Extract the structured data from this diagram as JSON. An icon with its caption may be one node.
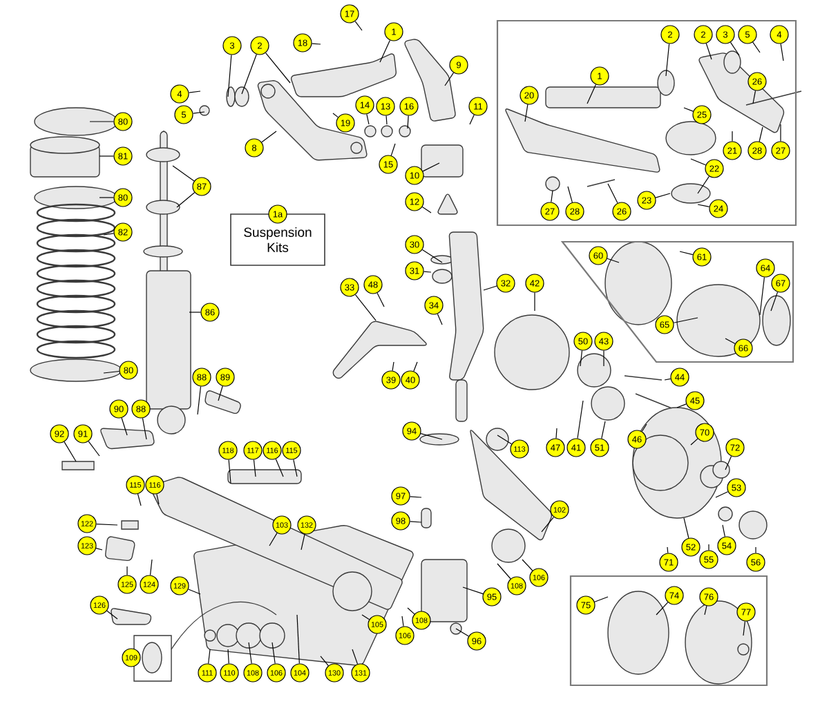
{
  "diagram": {
    "nodes": [
      {
        "text": [
          "17"
        ]
      },
      {
        "text": [
          "18"
        ]
      },
      {
        "text": [
          "1"
        ]
      },
      {
        "text": [
          "3"
        ]
      },
      {
        "text": [
          "2"
        ]
      },
      {
        "text": [
          "4"
        ]
      },
      {
        "text": [
          "5"
        ]
      },
      {
        "text": [],
        "shape": "box"
      },
      {
        "text": [
          "2"
        ],
        "in": 7
      },
      {
        "text": [
          "2"
        ],
        "in": 7
      },
      {
        "text": [
          "3"
        ],
        "in": 7
      },
      {
        "text": [
          "5"
        ],
        "in": 7
      },
      {
        "text": [
          "4"
        ],
        "in": 7
      },
      {
        "text": [
          "9"
        ]
      },
      {
        "text": [
          "1"
        ],
        "in": 7
      },
      {
        "text": [
          "26"
        ],
        "in": 7
      },
      {
        "text": [
          "20"
        ],
        "in": 7
      },
      {
        "text": [
          "14"
        ]
      },
      {
        "text": [
          "13"
        ]
      },
      {
        "text": [
          "16"
        ]
      },
      {
        "text": [
          "11"
        ]
      },
      {
        "text": [
          "25"
        ],
        "in": 7
      },
      {
        "text": [
          "19"
        ]
      },
      {
        "text": [
          "80"
        ]
      },
      {
        "text": [
          "8"
        ]
      },
      {
        "text": [
          "21"
        ],
        "in": 7
      },
      {
        "text": [
          "28"
        ],
        "in": 7
      },
      {
        "text": [
          "27"
        ],
        "in": 7
      },
      {
        "text": [
          "81"
        ]
      },
      {
        "text": [
          "15"
        ]
      },
      {
        "text": [
          "22"
        ],
        "in": 7
      },
      {
        "text": [
          "10"
        ]
      },
      {
        "text": [
          "87"
        ]
      },
      {
        "text": [
          "80"
        ]
      },
      {
        "text": [
          "23"
        ],
        "in": 7
      },
      {
        "text": [
          "12"
        ]
      },
      {
        "text": [
          "24"
        ],
        "in": 7
      },
      {
        "text": [
          "27"
        ],
        "in": 7
      },
      {
        "text": [
          "28"
        ],
        "in": 7
      },
      {
        "text": [
          "26"
        ],
        "in": 7
      },
      {
        "text": [
          "1a",
          "Suspension Kits"
        ]
      },
      {
        "text": [
          "82"
        ]
      },
      {
        "text": [
          "30"
        ]
      },
      {
        "text": [],
        "shape": "box"
      },
      {
        "text": [
          "60"
        ],
        "in": 43
      },
      {
        "text": [
          "61"
        ],
        "in": 43
      },
      {
        "text": [
          "64"
        ],
        "in": 43
      },
      {
        "text": [
          "31"
        ]
      },
      {
        "text": [
          "67"
        ],
        "in": 43
      },
      {
        "text": [
          "32"
        ]
      },
      {
        "text": [
          "42"
        ]
      },
      {
        "text": [
          "48"
        ]
      },
      {
        "text": [
          "33"
        ]
      },
      {
        "text": [
          "34"
        ]
      },
      {
        "text": [
          "86"
        ]
      },
      {
        "text": [
          "65"
        ],
        "in": 43
      },
      {
        "text": [
          "50"
        ]
      },
      {
        "text": [
          "43"
        ]
      },
      {
        "text": [
          "66"
        ],
        "in": 43
      },
      {
        "text": [
          "80"
        ]
      },
      {
        "text": [
          "44"
        ]
      },
      {
        "text": [
          "88"
        ]
      },
      {
        "text": [
          "89"
        ]
      },
      {
        "text": [
          "39"
        ]
      },
      {
        "text": [
          "40"
        ]
      },
      {
        "text": [
          "45"
        ]
      },
      {
        "text": [
          "90"
        ]
      },
      {
        "text": [
          "88"
        ]
      },
      {
        "text": [
          "94"
        ]
      },
      {
        "text": [
          "70"
        ]
      },
      {
        "text": [
          "92"
        ]
      },
      {
        "text": [
          "91"
        ]
      },
      {
        "text": [
          "46"
        ]
      },
      {
        "text": [
          "47"
        ]
      },
      {
        "text": [
          "41"
        ]
      },
      {
        "text": [
          "51"
        ]
      },
      {
        "text": [
          "72"
        ]
      },
      {
        "text": [
          "113"
        ]
      },
      {
        "text": [
          "118"
        ]
      },
      {
        "text": [
          "117"
        ]
      },
      {
        "text": [
          "116"
        ]
      },
      {
        "text": [
          "115"
        ]
      },
      {
        "text": [
          "115"
        ]
      },
      {
        "text": [
          "116"
        ]
      },
      {
        "text": [
          "53"
        ]
      },
      {
        "text": [
          "97"
        ]
      },
      {
        "text": [
          "102"
        ]
      },
      {
        "text": [
          "98"
        ]
      },
      {
        "text": [
          "122"
        ]
      },
      {
        "text": [
          "103"
        ]
      },
      {
        "text": [
          "132"
        ]
      },
      {
        "text": [
          "123"
        ]
      },
      {
        "text": [
          "52"
        ]
      },
      {
        "text": [
          "54"
        ]
      },
      {
        "text": [
          "55"
        ]
      },
      {
        "text": [
          "56"
        ]
      },
      {
        "text": [
          "71"
        ]
      },
      {
        "text": [],
        "shape": "box"
      },
      {
        "text": [
          "106"
        ]
      },
      {
        "text": [
          "129"
        ]
      },
      {
        "text": [
          "125"
        ]
      },
      {
        "text": [
          "124"
        ]
      },
      {
        "text": [
          "108"
        ]
      },
      {
        "text": [
          "74"
        ],
        "in": 97
      },
      {
        "text": [
          "76"
        ],
        "in": 97
      },
      {
        "text": [
          "95"
        ]
      },
      {
        "text": [
          "126"
        ]
      },
      {
        "text": [
          "75"
        ],
        "in": 97
      },
      {
        "text": [
          "77"
        ],
        "in": 97
      },
      {
        "text": [
          "108"
        ]
      },
      {
        "text": [
          "105"
        ]
      },
      {
        "text": [
          "106"
        ]
      },
      {
        "text": [
          "96"
        ]
      },
      {
        "text": [
          "109"
        ]
      },
      {
        "text": [
          "111"
        ]
      },
      {
        "text": [
          "110"
        ]
      },
      {
        "text": [
          "108"
        ]
      },
      {
        "text": [
          "106"
        ]
      },
      {
        "text": [
          "104"
        ]
      },
      {
        "text": [
          "130"
        ]
      },
      {
        "text": [
          "131"
        ]
      }
    ],
    "edges": [
      {
        "from": 0,
        "to": null,
        "arrow": "none"
      },
      {
        "from": 1,
        "to": null,
        "arrow": "none"
      },
      {
        "from": 2,
        "to": null,
        "arrow": "none"
      },
      {
        "from": 3,
        "to": null,
        "arrow": "none"
      },
      {
        "from": 4,
        "to": null,
        "arrow": "none"
      },
      {
        "from": 4,
        "to": null,
        "arrow": "none"
      },
      {
        "from": 5,
        "to": null,
        "arrow": "none"
      },
      {
        "from": 6,
        "to": null,
        "arrow": "none"
      },
      {
        "from": 8,
        "to": null,
        "arrow": "none"
      },
      {
        "from": 9,
        "to": null,
        "arrow": "none"
      },
      {
        "from": 10,
        "to": null,
        "arrow": "none"
      },
      {
        "from": 11,
        "to": null,
        "arrow": "none"
      },
      {
        "from": 12,
        "to": null,
        "arrow": "none"
      },
      {
        "from": 13,
        "to": null,
        "arrow": "none"
      },
      {
        "from": 14,
        "to": null,
        "arrow": "none"
      },
      {
        "from": 15,
        "to": null,
        "arrow": "none"
      },
      {
        "from": 16,
        "to": null,
        "arrow": "none"
      },
      {
        "from": 17,
        "to": null,
        "arrow": "none"
      },
      {
        "from": 18,
        "to": null,
        "arrow": "none"
      },
      {
        "from": 19,
        "to": null,
        "arrow": "none"
      },
      {
        "from": 20,
        "to": null,
        "arrow": "none"
      },
      {
        "from": 21,
        "to": null,
        "arrow": "none"
      },
      {
        "from": 22,
        "to": null,
        "arrow": "none"
      },
      {
        "from": 23,
        "to": null,
        "arrow": "none"
      },
      {
        "from": 24,
        "to": null,
        "arrow": "none"
      },
      {
        "from": 25,
        "to": null,
        "arrow": "none"
      },
      {
        "from": 26,
        "to": null,
        "arrow": "none"
      },
      {
        "from": 27,
        "to": null,
        "arrow": "none"
      },
      {
        "from": 28,
        "to": null,
        "arrow": "none"
      },
      {
        "from": 29,
        "to": null,
        "arrow": "none"
      },
      {
        "from": 30,
        "to": null,
        "arrow": "none"
      },
      {
        "from": 30,
        "to": null,
        "arrow": "none"
      },
      {
        "from": 31,
        "to": null,
        "arrow": "none"
      },
      {
        "from": 32,
        "to": null,
        "arrow": "none"
      },
      {
        "from": 32,
        "to": null,
        "arrow": "none"
      },
      {
        "from": 33,
        "to": null,
        "arrow": "none"
      },
      {
        "from": 34,
        "to": null,
        "arrow": "none"
      },
      {
        "from": 35,
        "to": null,
        "arrow": "none"
      },
      {
        "from": 36,
        "to": null,
        "arrow": "none"
      },
      {
        "from": 37,
        "to": null,
        "arrow": "none"
      },
      {
        "from": 38,
        "to": null,
        "arrow": "none"
      },
      {
        "from": 39,
        "to": null,
        "arrow": "none"
      },
      {
        "from": 41,
        "to": null,
        "arrow": "none"
      },
      {
        "from": 42,
        "to": null,
        "arrow": "none"
      },
      {
        "from": 44,
        "to": null,
        "arrow": "none"
      },
      {
        "from": 45,
        "to": null,
        "arrow": "none"
      },
      {
        "from": 46,
        "to": null,
        "arrow": "none"
      },
      {
        "from": 47,
        "to": null,
        "arrow": "none"
      },
      {
        "from": 48,
        "to": null,
        "arrow": "none"
      },
      {
        "from": 49,
        "to": null,
        "arrow": "none"
      },
      {
        "from": 50,
        "to": null,
        "arrow": "none"
      },
      {
        "from": 51,
        "to": null,
        "arrow": "none"
      },
      {
        "from": 52,
        "to": null,
        "arrow": "none"
      },
      {
        "from": 53,
        "to": null,
        "arrow": "none"
      },
      {
        "from": 54,
        "to": null,
        "arrow": "none"
      },
      {
        "from": 55,
        "to": null,
        "arrow": "none"
      },
      {
        "from": 56,
        "to": null,
        "arrow": "none"
      },
      {
        "from": 57,
        "to": null,
        "arrow": "none"
      },
      {
        "from": 58,
        "to": null,
        "arrow": "none"
      },
      {
        "from": 59,
        "to": null,
        "arrow": "none"
      },
      {
        "from": 60,
        "to": null,
        "arrow": "none"
      },
      {
        "from": 61,
        "to": null,
        "arrow": "none"
      },
      {
        "from": 62,
        "to": null,
        "arrow": "none"
      },
      {
        "from": 63,
        "to": null,
        "arrow": "none"
      },
      {
        "from": 64,
        "to": null,
        "arrow": "none"
      },
      {
        "from": 65,
        "to": null,
        "arrow": "none"
      },
      {
        "from": 66,
        "to": null,
        "arrow": "none"
      },
      {
        "from": 67,
        "to": null,
        "arrow": "none"
      },
      {
        "from": 68,
        "to": null,
        "arrow": "none"
      },
      {
        "from": 69,
        "to": null,
        "arrow": "none"
      },
      {
        "from": 70,
        "to": null,
        "arrow": "none"
      },
      {
        "from": 71,
        "to": null,
        "arrow": "none"
      },
      {
        "from": 72,
        "to": null,
        "arrow": "none"
      },
      {
        "from": 73,
        "to": null,
        "arrow": "none"
      },
      {
        "from": 74,
        "to": null,
        "arrow": "none"
      },
      {
        "from": 75,
        "to": null,
        "arrow": "none"
      },
      {
        "from": 76,
        "to": null,
        "arrow": "none"
      },
      {
        "from": 77,
        "to": null,
        "arrow": "none"
      },
      {
        "from": 78,
        "to": null,
        "arrow": "none"
      },
      {
        "from": 79,
        "to": null,
        "arrow": "none"
      },
      {
        "from": 80,
        "to": null,
        "arrow": "none"
      },
      {
        "from": 81,
        "to": null,
        "arrow": "none"
      },
      {
        "from": 82,
        "to": null,
        "arrow": "none"
      },
      {
        "from": 83,
        "to": null,
        "arrow": "none"
      },
      {
        "from": 84,
        "to": null,
        "arrow": "none"
      },
      {
        "from": 85,
        "to": null,
        "arrow": "none"
      },
      {
        "from": 86,
        "to": null,
        "arrow": "none"
      },
      {
        "from": 87,
        "to": null,
        "arrow": "none"
      },
      {
        "from": 88,
        "to": null,
        "arrow": "none"
      },
      {
        "from": 89,
        "to": null,
        "arrow": "none"
      },
      {
        "from": 90,
        "to": null,
        "arrow": "none"
      },
      {
        "from": 91,
        "to": null,
        "arrow": "none"
      },
      {
        "from": 92,
        "to": null,
        "arrow": "none"
      },
      {
        "from": 93,
        "to": null,
        "arrow": "none"
      },
      {
        "from": 94,
        "to": null,
        "arrow": "none"
      },
      {
        "from": 95,
        "to": null,
        "arrow": "none"
      },
      {
        "from": 96,
        "to": null,
        "arrow": "none"
      },
      {
        "from": 98,
        "to": null,
        "arrow": "none"
      },
      {
        "from": 99,
        "to": null,
        "arrow": "none"
      },
      {
        "from": 100,
        "to": null,
        "arrow": "none"
      },
      {
        "from": 101,
        "to": null,
        "arrow": "none"
      },
      {
        "from": 102,
        "to": null,
        "arrow": "none"
      },
      {
        "from": 103,
        "to": null,
        "arrow": "none"
      },
      {
        "from": 104,
        "to": null,
        "arrow": "none"
      },
      {
        "from": 105,
        "to": null,
        "arrow": "none"
      },
      {
        "from": 106,
        "to": null,
        "arrow": "none"
      },
      {
        "from": 107,
        "to": null,
        "arrow": "none"
      },
      {
        "from": 108,
        "to": null,
        "arrow": "none"
      },
      {
        "from": 109,
        "to": null,
        "arrow": "none"
      },
      {
        "from": 110,
        "to": null,
        "arrow": "none"
      },
      {
        "from": 111,
        "to": null,
        "arrow": "none"
      },
      {
        "from": 112,
        "to": null,
        "arrow": "none"
      },
      {
        "from": 114,
        "to": null,
        "arrow": "none"
      },
      {
        "from": 115,
        "to": null,
        "arrow": "none"
      },
      {
        "from": 116,
        "to": null,
        "arrow": "none"
      },
      {
        "from": 117,
        "to": null,
        "arrow": "none"
      },
      {
        "from": 118,
        "to": null,
        "arrow": "none"
      },
      {
        "from": 119,
        "to": null,
        "arrow": "none"
      },
      {
        "from": 120,
        "to": null,
        "arrow": "none"
      }
    ]
  }
}
